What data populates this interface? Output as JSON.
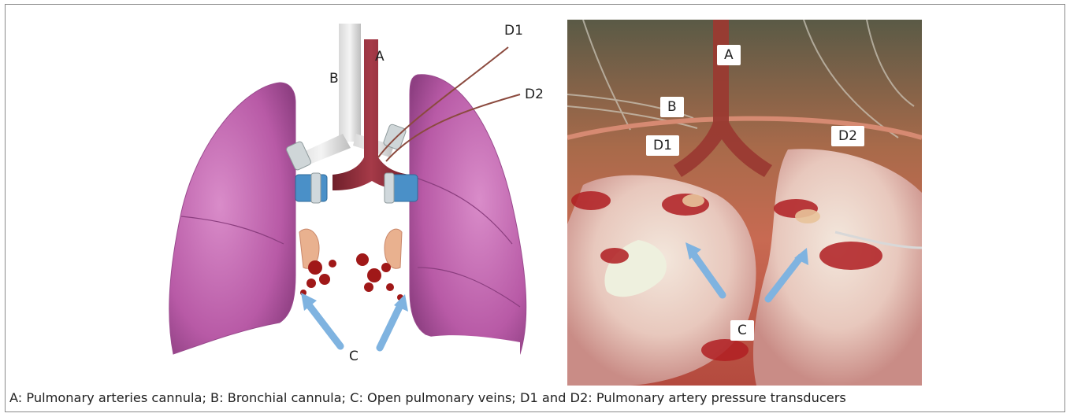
{
  "left_figure": {
    "labels": {
      "a": "A",
      "b": "B",
      "c": "C",
      "d1": "D1",
      "d2": "D2"
    }
  },
  "right_figure": {
    "labels": {
      "a": "A",
      "b": "B",
      "c": "C",
      "d1": "D1",
      "d2": "D2"
    }
  },
  "caption": "A: Pulmonary arteries cannula; B: Bronchial cannula; C: Open pulmonary veins; D1 and D2: Pulmonary artery pressure transducers",
  "colors": {
    "lung": "#c25fae",
    "artery": "#8e2a37",
    "bronchus_cannula": "#4a90c8",
    "arrow": "#7fb3e0",
    "blood": "#a01818"
  }
}
